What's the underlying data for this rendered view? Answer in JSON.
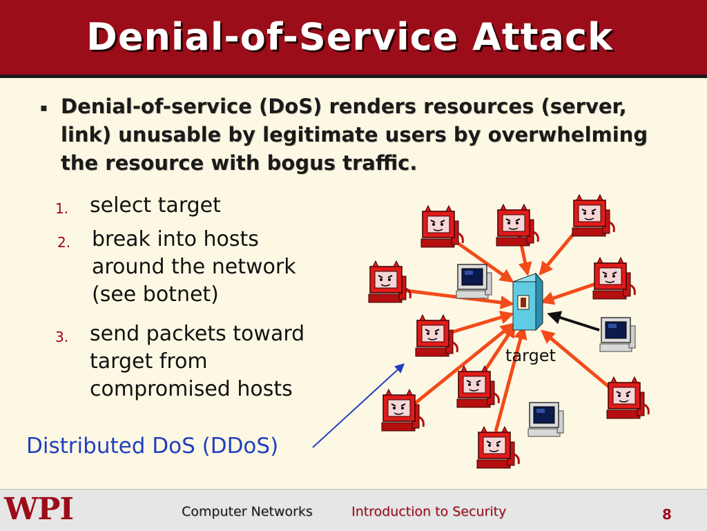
{
  "slide": {
    "title": "Denial-of-Service Attack",
    "intro_lines": [
      "Denial-of-service (DoS) renders resources (server,",
      "link) unusable by legitimate users  by overwhelming",
      "the resource with bogus traffic."
    ]
  },
  "steps": [
    {
      "num": "1.",
      "lines": [
        "select target"
      ]
    },
    {
      "num": "2.",
      "lines": [
        "break into hosts",
        "around the network",
        "(see botnet)"
      ]
    },
    {
      "num": "3.",
      "lines": [
        "send packets toward",
        "target from",
        "compromised hosts"
      ]
    }
  ],
  "ddos_label": "Distributed DoS (DDoS)",
  "diagram": {
    "target_label": "target",
    "colors": {
      "attack_arrow": "#f24b1a",
      "compromised_host": "#e01b1b",
      "ddos_pointer": "#1f3fbf"
    },
    "icons": [
      "compromised-host-icon",
      "normal-host-icon",
      "target-server-icon"
    ]
  },
  "footer": {
    "logo_text": "WPI",
    "course": "Computer Networks",
    "topic": "Introduction to Security",
    "page": "8"
  }
}
